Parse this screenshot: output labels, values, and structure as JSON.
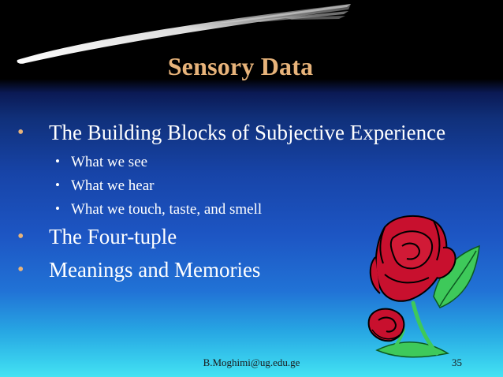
{
  "slide": {
    "title": "Sensory Data",
    "bullets": [
      {
        "text": "The Building Blocks of Subjective Experience",
        "sub": [
          "What we see",
          "What we hear",
          "What we touch, taste, and smell"
        ]
      },
      {
        "text": "The Four-tuple"
      },
      {
        "text": "Meanings and Memories"
      }
    ],
    "footer": {
      "email": "B.Moghimi@ug.edu.ge",
      "page_number": "35"
    }
  },
  "colors": {
    "title": "#e7b37a",
    "bullet_marker": "#e7b37a",
    "body_text": "#ffffff",
    "rose_petals": "#c8102e",
    "rose_outline": "#000000",
    "rose_leaves": "#3ec95a"
  },
  "icons": {
    "decoration_top": "swoosh-decoration",
    "decoration_bottom_right": "rose-clipart"
  }
}
